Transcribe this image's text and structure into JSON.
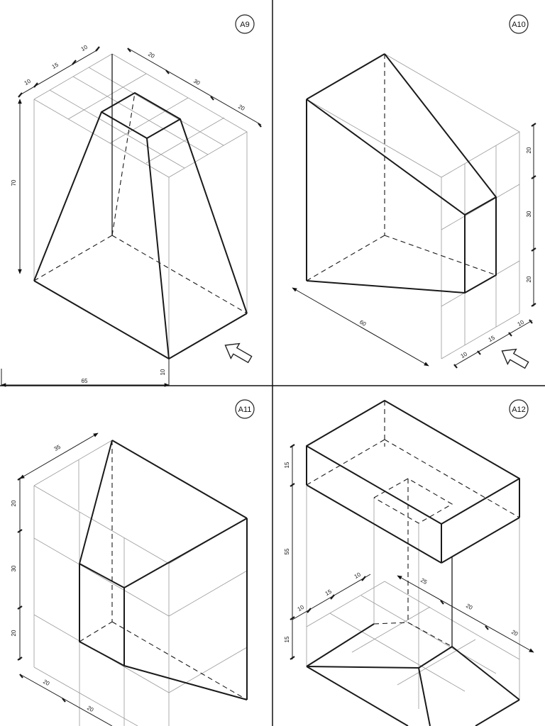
{
  "exercises": [
    {
      "id": "A9",
      "dimensions": [
        "10",
        "15",
        "10",
        "20",
        "30",
        "20",
        "70",
        "65",
        "10"
      ]
    },
    {
      "id": "A10",
      "dimensions": [
        "20",
        "30",
        "20",
        "60",
        "10",
        "15",
        "10"
      ]
    },
    {
      "id": "A11",
      "dimensions": [
        "35",
        "20",
        "30",
        "20",
        "20",
        "20"
      ]
    },
    {
      "id": "A12",
      "dimensions": [
        "15",
        "55",
        "15",
        "10",
        "15",
        "10",
        "25",
        "20",
        "20"
      ]
    }
  ],
  "icons": {
    "view_arrow": "view-direction-arrow-icon"
  },
  "colors": {
    "line": "#1a1a1a",
    "construction": "#9a9a9a",
    "background": "#ffffff"
  }
}
